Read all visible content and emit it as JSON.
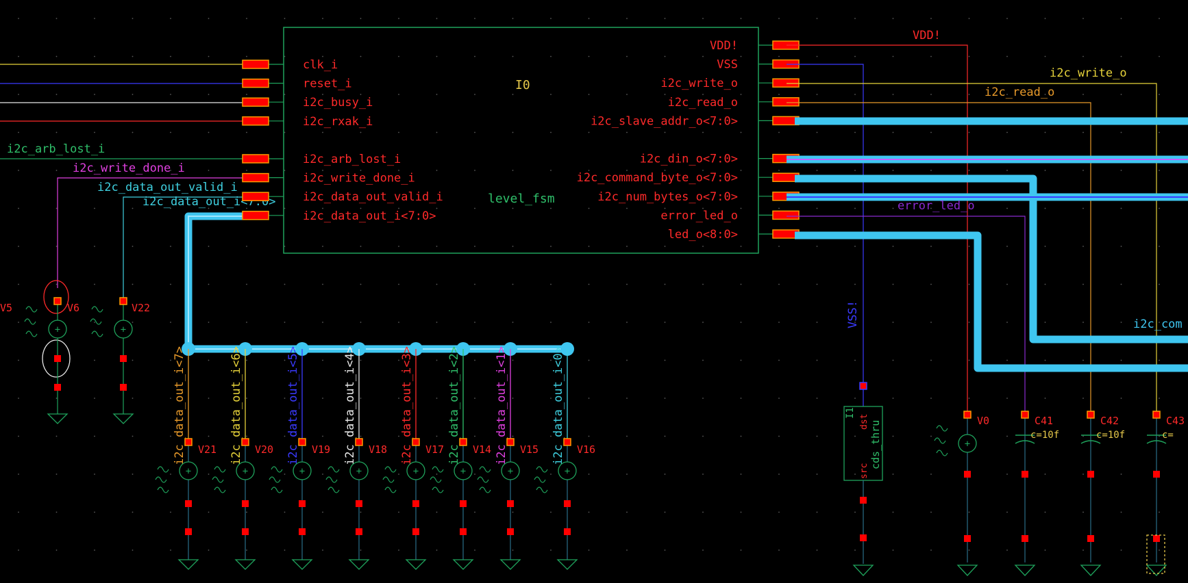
{
  "palette": {
    "background": "#000000",
    "grid_dot": "#5a5a5a",
    "instance_box": "#1fa35c",
    "pin_label": "#ff2a2a",
    "instance_name": "#e6c84a",
    "cell_name": "#2fbf6a",
    "bus_wire": "#3fc6f0",
    "pin_fill": "#ff0000",
    "pin_border": "#ff9a00",
    "terminal": "#ff0000",
    "supply_wire": "#2a6f88",
    "ground": "#1fa35c"
  },
  "instance": {
    "name": "I0",
    "cell": "level_fsm",
    "inputs": [
      "clk_i",
      "reset_i",
      "i2c_busy_i",
      "i2c_rxak_i",
      "",
      "i2c_arb_lost_i",
      "i2c_write_done_i",
      "i2c_data_out_valid_i",
      "i2c_data_out_i<7:0>"
    ],
    "outputs": [
      "VDD!",
      "VSS",
      "i2c_write_o",
      "i2c_read_o",
      "i2c_slave_addr_o<7:0>",
      "",
      "i2c_din_o<7:0>",
      "i2c_command_byte_o<7:0>",
      "i2c_num_bytes_o<7:0>",
      "error_led_o",
      "led_o<8:0>"
    ]
  },
  "net_labels": {
    "arb_lost": "i2c_arb_lost_i",
    "write_done": "i2c_write_done_i",
    "data_out_valid": "i2c_data_out_valid_i",
    "data_out_bus": "i2c_data_out_i<7:0>",
    "vdd": "VDD!",
    "write_o": "i2c_write_o",
    "read_o": "i2c_read_o",
    "error_led": "error_led_o",
    "vss_vertical": "VSS!",
    "command_partial": "i2c_com"
  },
  "sources_left": [
    "V5",
    "V6",
    "V22"
  ],
  "bus_taps": [
    {
      "label": "i2c_data_out_i<7>",
      "source": "V21",
      "color": "#e89a2a"
    },
    {
      "label": "i2c_data_out_i<6>",
      "source": "V20",
      "color": "#e6d23a"
    },
    {
      "label": "i2c_data_out_i<5>",
      "source": "V19",
      "color": "#3a3aff"
    },
    {
      "label": "i2c_data_out_i<4>",
      "source": "V18",
      "color": "#e8e8e8"
    },
    {
      "label": "i2c_data_out_i<3>",
      "source": "V17",
      "color": "#ff2a2a"
    },
    {
      "label": "i2c_data_out_i<2>",
      "source": "V14",
      "color": "#2fbf6a"
    },
    {
      "label": "i2c_data_out_i<1>",
      "source": "V15",
      "color": "#e040e0"
    },
    {
      "label": "i2c_data_out_i<0>",
      "source": "V16",
      "color": "#3fd0e0"
    }
  ],
  "cds_thru": {
    "name": "I1",
    "cell": "cds_thru",
    "pin_dst": "dst",
    "pin_src": "src"
  },
  "right_components": [
    {
      "name": "V0",
      "value": ""
    },
    {
      "name": "C41",
      "value": "c=10f"
    },
    {
      "name": "C42",
      "value": "c=10f"
    },
    {
      "name": "C43",
      "value": "c="
    }
  ]
}
